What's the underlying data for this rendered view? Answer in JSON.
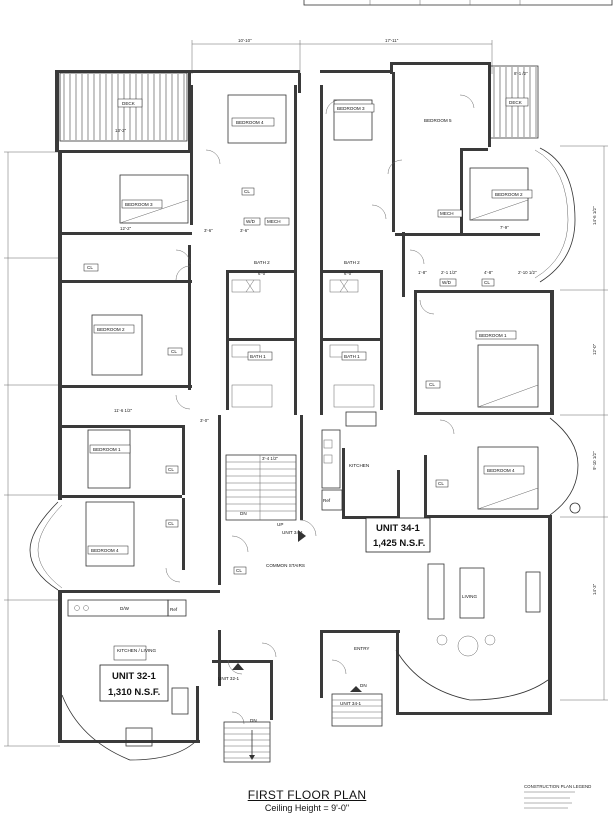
{
  "plan": {
    "title": "FIRST FLOOR PLAN",
    "subtitle": "Ceiling Height = 9'-0\""
  },
  "units": [
    {
      "name": "UNIT 34-1",
      "area": "1,425 N.S.F."
    },
    {
      "name": "UNIT 32-1",
      "area": "1,310 N.S.F."
    }
  ],
  "rooms": {
    "deck_left": "DECK",
    "deck_right": "DECK",
    "bedroom_4_top": "BEDROOM 4",
    "bedroom_3_top": "BEDROOM 3",
    "bedroom_5": "BEDROOM 5",
    "bedroom_3_left": "BEDROOM 3",
    "bedroom_2_right": "BEDROOM 2",
    "bedroom_2_left": "BEDROOM 2",
    "bedroom_1_right": "BEDROOM 1",
    "bedroom_1_left": "BEDROOM 1",
    "bedroom_4_right": "BEDROOM 4",
    "bedroom_4_left": "BEDROOM 4",
    "bath_2_left": "BATH 2",
    "bath_2_right": "BATH 2",
    "bath_1_left": "BATH 1",
    "bath_1_right": "BATH 1",
    "kitchen_right": "KITCHEN",
    "kitchen_living_left": "KITCHEN / LIVING",
    "living_right": "LIVING",
    "entry": "ENTRY",
    "common_stairs": "COMMON STAIRS",
    "unit_34_1_tag": "UNIT 34-1",
    "unit_32_1_tag": "UNIT 32-1",
    "unit_34_1_bottom": "UNIT 34-1"
  },
  "labels": {
    "cl": "CL",
    "wd": "W/D",
    "mech": "MECH",
    "dw": "D/W",
    "ref": "Ref",
    "up": "UP",
    "dn": "DN"
  },
  "dimensions": {
    "d_10_10": "10'-10\"",
    "d_17_11": "17'-11\"",
    "d_8_1_2": "8'-1 /2\"",
    "d_13_2_top": "13'-2\"",
    "d_12_2": "12'-2\"",
    "d_7_9": "7'-9\"",
    "d_6_0_a": "6'-0\"",
    "d_6_0_b": "6'-0\"",
    "d_3_0": "3'-0\"",
    "d_11_6_1_2": "11'-6 1/2\"",
    "d_3_6_a": "3'-6\"",
    "d_3_6_b": "3'-6\"",
    "d_3_4_1_2": "3'-4 1/2\"",
    "d_4_8": "4'-8\"",
    "d_2_10_1_2": "2'-10 1/2\"",
    "d_1_8": "1'-8\"",
    "d_2_1_1_2": "2'-1 1/2\"",
    "d_12_0": "12'-0\"",
    "d_14_3": "14'-3\"",
    "d_9_10_1_2": "9'-10 1/2\"",
    "d_14_6_1_2": "14'-6 1/2\""
  },
  "legend": {
    "title": "CONSTRUCTION PLAN LEGEND"
  }
}
